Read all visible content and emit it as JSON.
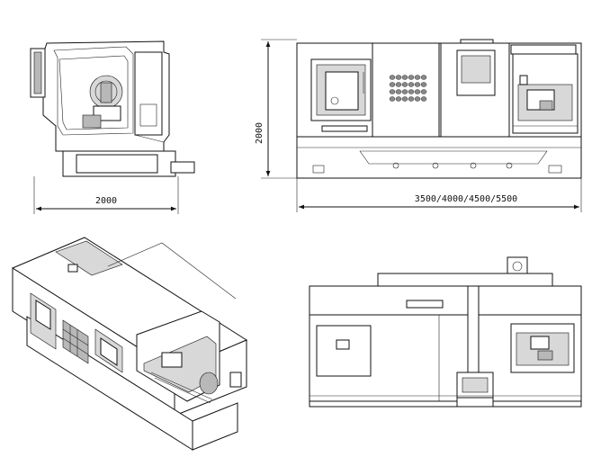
{
  "drawing": {
    "dimensions": {
      "side_width": "2000",
      "front_height": "2000",
      "front_length": "3500/4000/4500/5500"
    }
  }
}
